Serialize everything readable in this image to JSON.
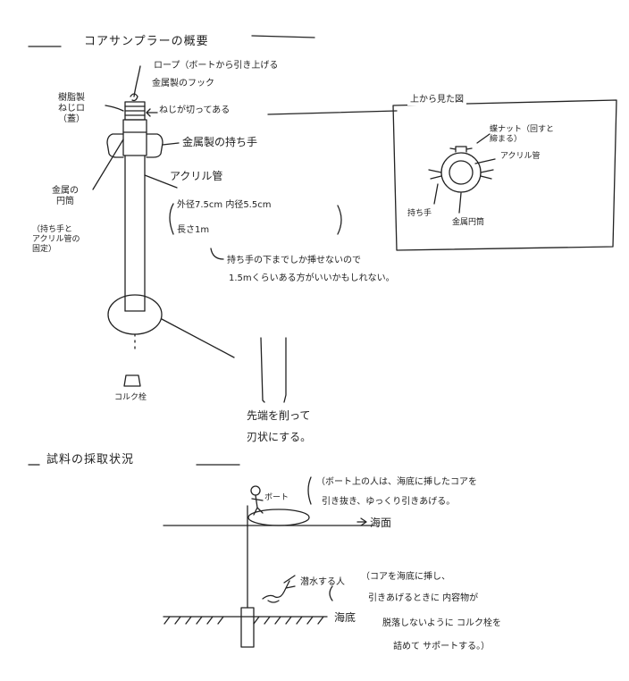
{
  "header": {
    "title": "コアサンプラーの概要"
  },
  "labels": {
    "rope": "ロープ（ボートから引き上げる",
    "hook": "金属製のフック",
    "thread": "ねじが切ってある",
    "cap": "樹脂製\nねじロ\n（蓋）",
    "handle": "金属製の持ち手",
    "acrylic": "アクリル管",
    "dims_line1": "外径7.5cm 内径5.5cm",
    "dims_line2": "長さ1m",
    "note_line1": "持ち手の下までしか挿せないので",
    "note_line2": "1.5mくらいある方がいいかもしれない。",
    "cylinder": "金属の\n円筒",
    "fix_note": "（持ち手と\nアクリル管の\n固定）",
    "cork": "コルク栓",
    "tip_line1": "先端を削って",
    "tip_line2": "刃状にする。"
  },
  "top_view": {
    "title": "上から見た図",
    "wing_nut": "蝶ナット（回すと\n締まる）",
    "acrylic": "アクリル管",
    "handle": "持ち手",
    "cylinder": "金属円筒"
  },
  "scene": {
    "title": "試料の採取状況",
    "boat": "ボート",
    "boat_note_line1": "（ボート上の人は、海底に挿したコアを",
    "boat_note_line2": "引き抜き、ゆっくり引きあげる。",
    "sea_surface": "海面",
    "diver": "潜水する人",
    "diver_note_line1": "（コアを海底に挿し、",
    "diver_note_line2": "引きあげるときに 内容物が",
    "diver_note_line3": "脱落しないように コルク栓を",
    "diver_note_line4": "詰めて サポートする。）",
    "seabed": "海底"
  }
}
